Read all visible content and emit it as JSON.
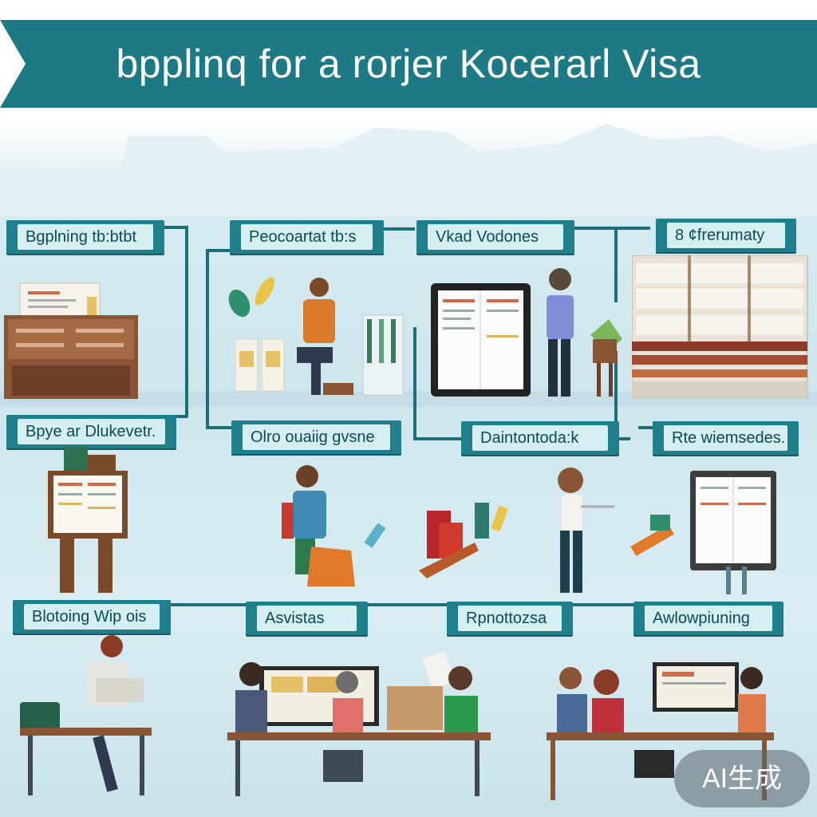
{
  "title": "bpplinq for a rorjer Kocerarl Visa",
  "labels": {
    "row1_1": "Bgplning tb:btbt",
    "row1_2": "Peocoartat tb:s",
    "row1_3": "Vkad Vodones",
    "row1_4": "8 ¢frerumaty",
    "row2_1": "Bpye ar Dlukevetr.",
    "row2_2": "Olro ouaiig gvsne",
    "row2_3": "Daintontoda:k",
    "row2_4": "Rte wiemsedes.",
    "row3_1": "Blotoing Wip ois",
    "row3_2": "Asvistas",
    "row3_3": "Rpnottozsa",
    "row3_4": "Awlowpiuning"
  },
  "badge": "AI生成",
  "colors": {
    "banner": "#1d7a85",
    "label_border": "#1f7f8a",
    "label_fill": "#d5eef2",
    "connector": "#1f6f79"
  }
}
